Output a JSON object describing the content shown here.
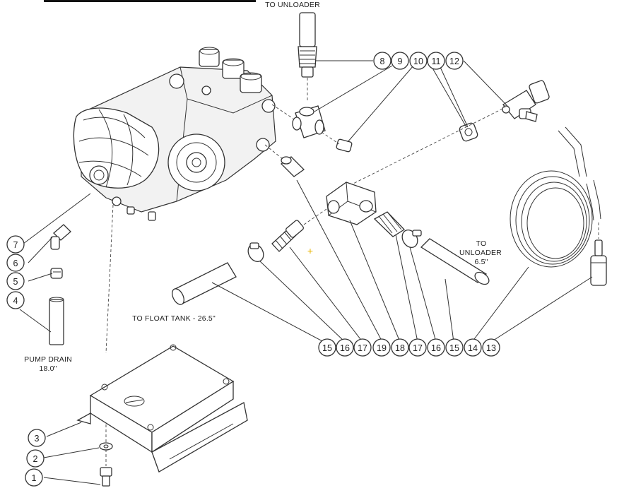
{
  "labels": {
    "to_unloader_top": "TO UNLOADER",
    "to_unloader_right_1": "TO",
    "to_unloader_right_2": "UNLOADER",
    "to_unloader_right_3": "6.5\"",
    "to_float_tank": "TO FLOAT TANK - 26.5\"",
    "pump_drain_1": "PUMP DRAIN",
    "pump_drain_2": "18.0\""
  },
  "callouts": {
    "top_row": [
      "8",
      "9",
      "10",
      "11",
      "12"
    ],
    "bottom_row": [
      "15",
      "16",
      "17",
      "19",
      "18",
      "17",
      "16",
      "15",
      "14",
      "13"
    ],
    "left_upper": [
      "7",
      "6",
      "5",
      "4"
    ],
    "left_lower": [
      "3",
      "2",
      "1"
    ]
  },
  "colors": {
    "line": "#333333",
    "marker": "#e8b400"
  }
}
